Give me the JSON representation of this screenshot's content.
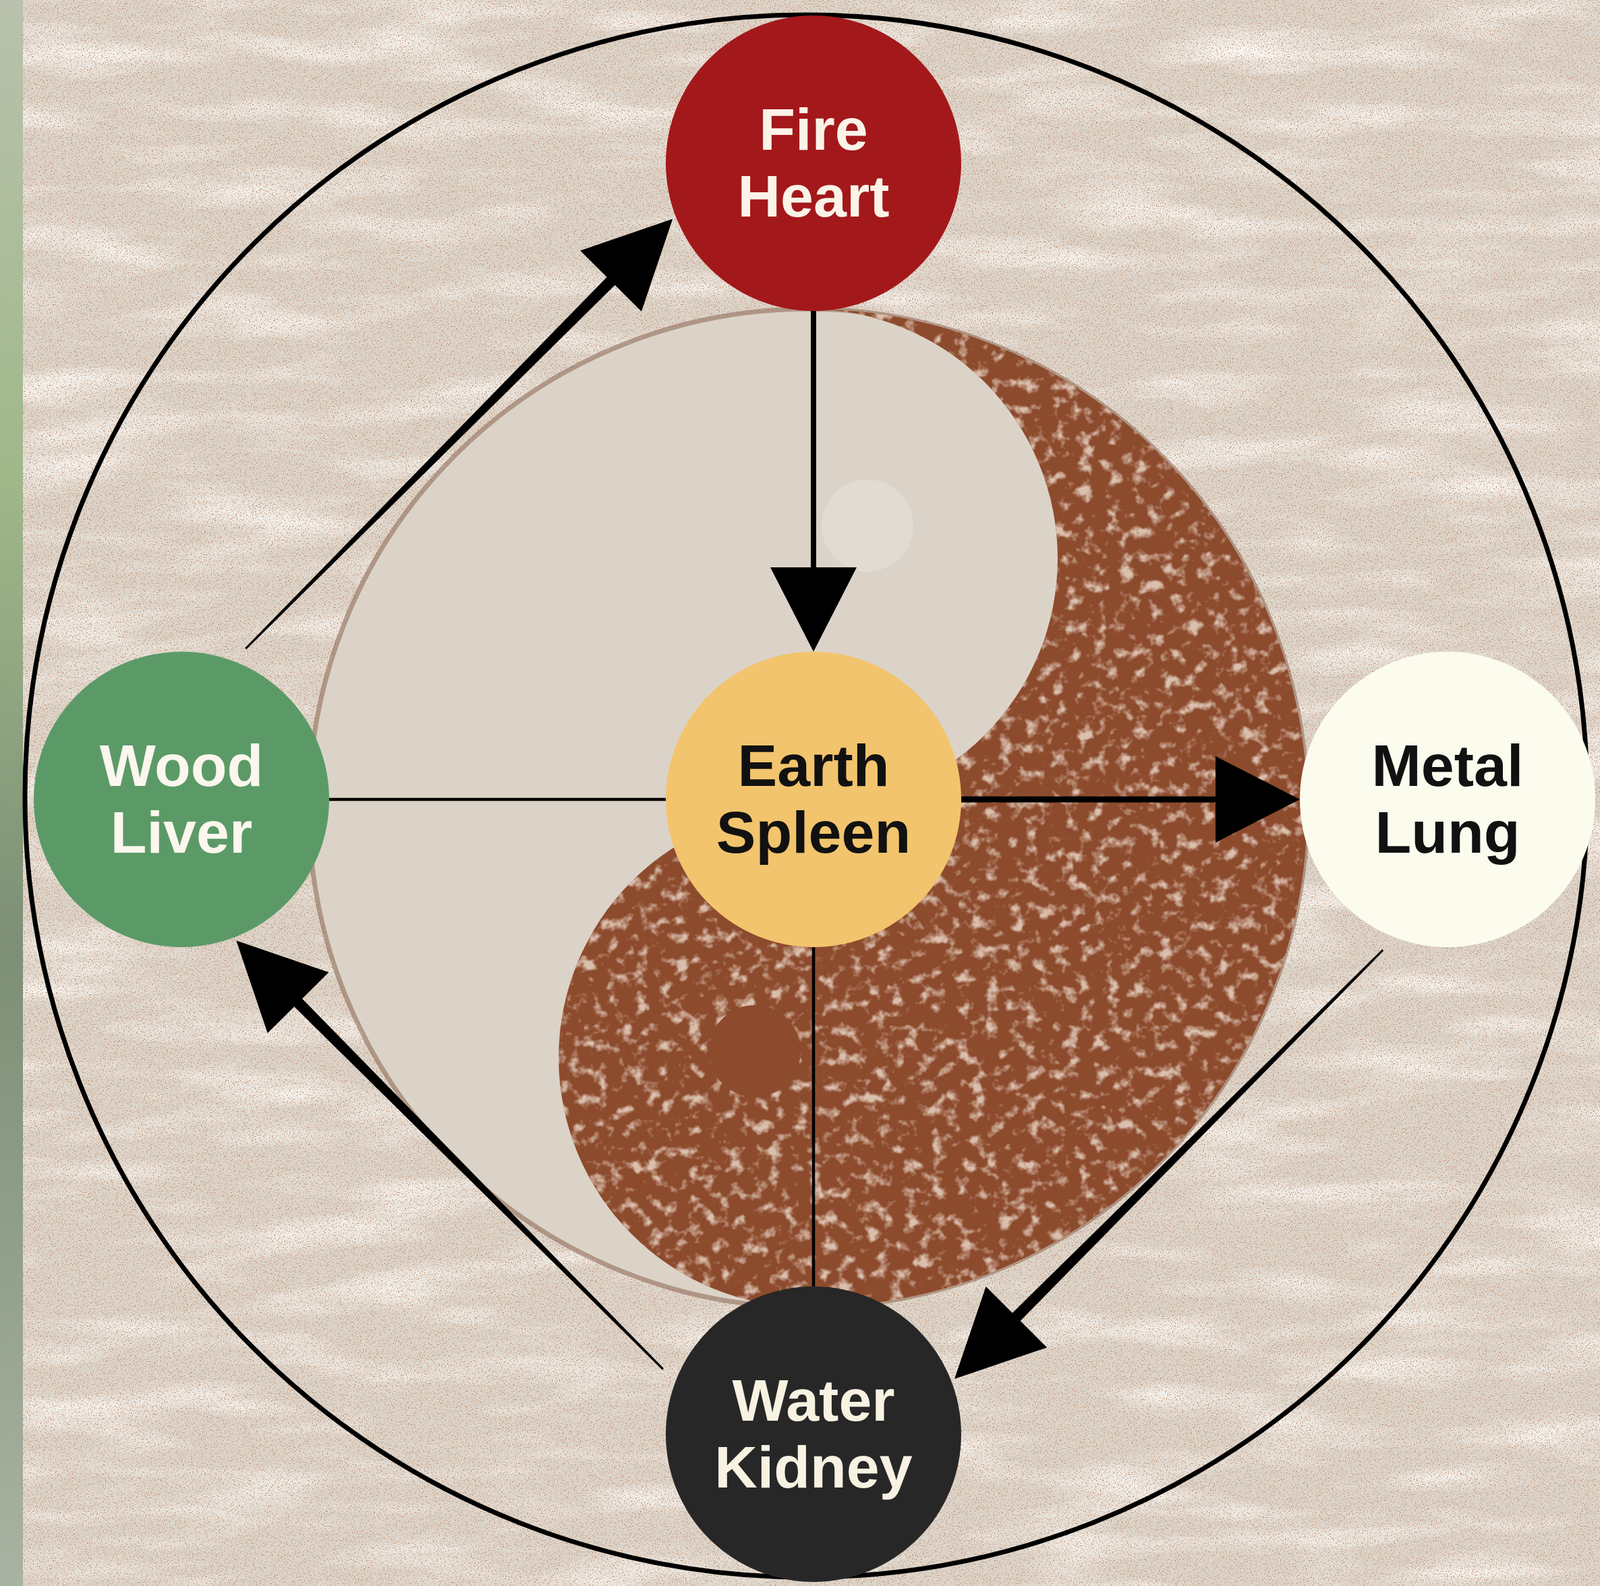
{
  "diagram": {
    "nodes": [
      {
        "text": [
          "Fire",
          "Heart"
        ]
      },
      {
        "text": [
          "Wood",
          "Liver"
        ]
      },
      {
        "text": [
          "Earth",
          "Spleen"
        ]
      },
      {
        "text": [
          "Metal",
          "Lung"
        ]
      },
      {
        "text": [
          "Water",
          "Kidney"
        ]
      }
    ],
    "edges": [
      {
        "from": 1,
        "to": 0,
        "arrow": "to"
      },
      {
        "from": 0,
        "to": 2,
        "arrow": "to"
      },
      {
        "from": 2,
        "to": 3,
        "arrow": "to"
      },
      {
        "from": 3,
        "to": 4,
        "arrow": "to"
      },
      {
        "from": 4,
        "to": 1,
        "arrow": "to"
      },
      {
        "from": 1,
        "to": 2,
        "arrow": "none"
      },
      {
        "from": 2,
        "to": 4,
        "arrow": "none"
      }
    ]
  }
}
